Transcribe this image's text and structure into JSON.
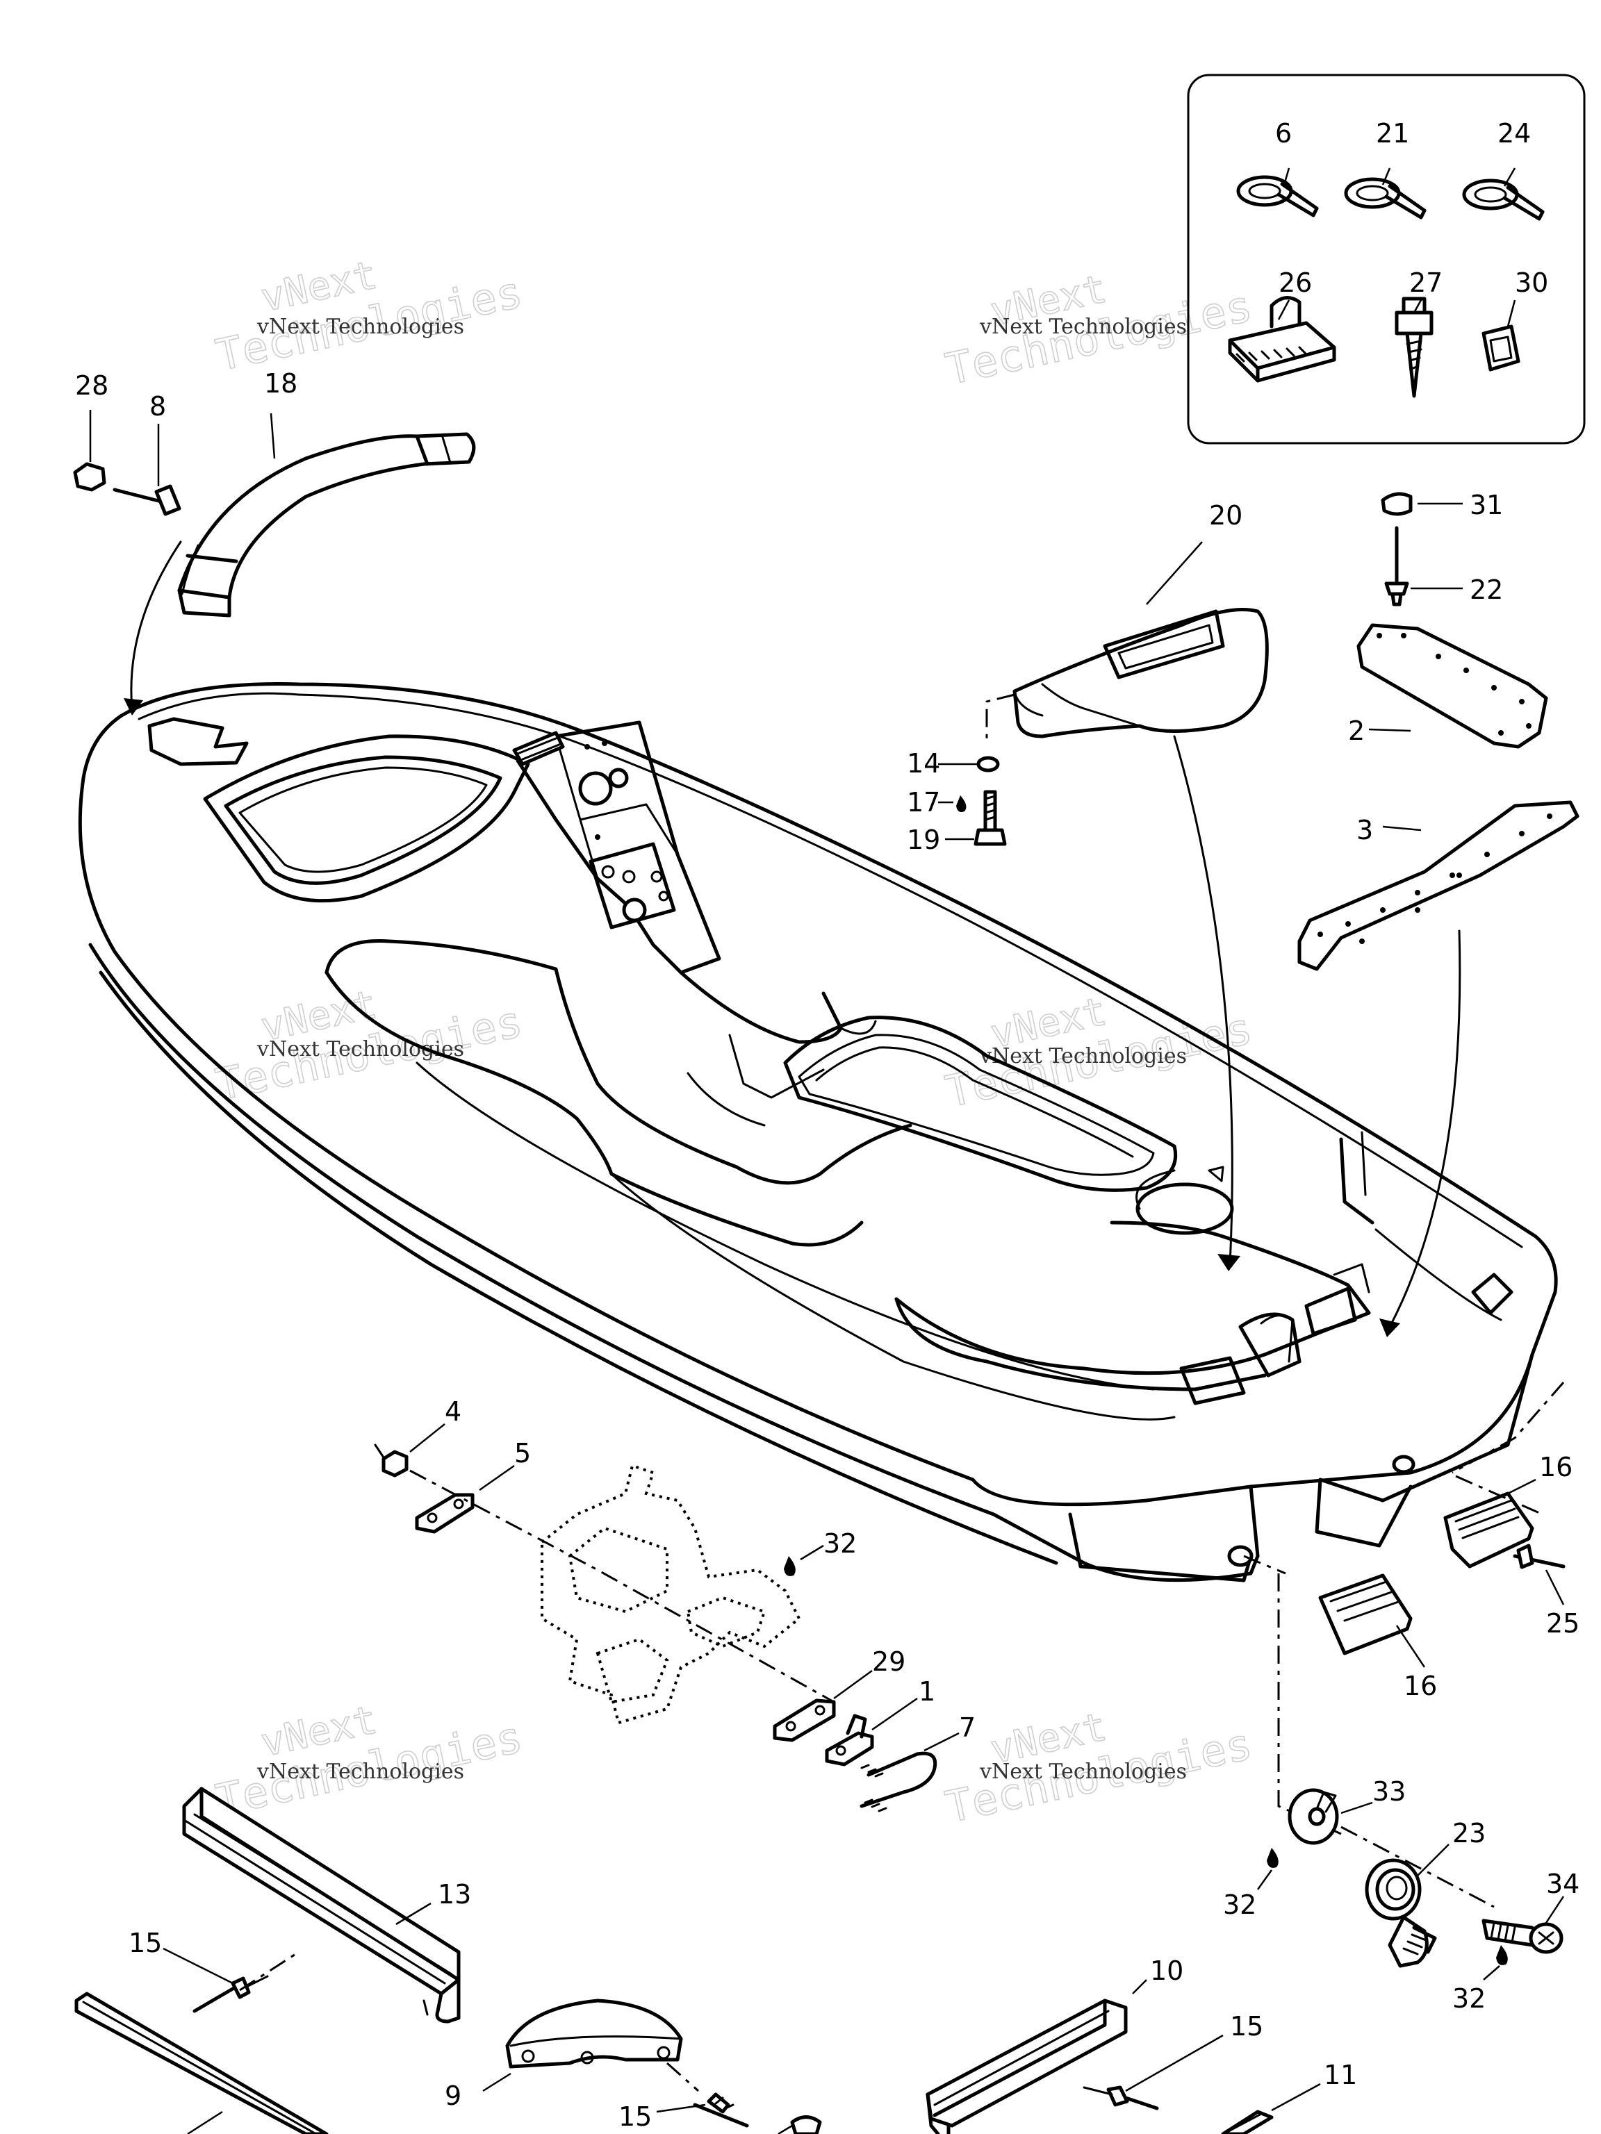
{
  "watermark": {
    "line1": "vNext",
    "line2": "Technologies",
    "full": "vNext Technologies"
  },
  "callouts": [
    {
      "id": "c1",
      "text": "1"
    },
    {
      "id": "c2",
      "text": "2"
    },
    {
      "id": "c3",
      "text": "3"
    },
    {
      "id": "c4",
      "text": "4"
    },
    {
      "id": "c5",
      "text": "5"
    },
    {
      "id": "c6",
      "text": "6"
    },
    {
      "id": "c7",
      "text": "7"
    },
    {
      "id": "c8",
      "text": "8"
    },
    {
      "id": "c9",
      "text": "9"
    },
    {
      "id": "c10",
      "text": "10"
    },
    {
      "id": "c11",
      "text": "11"
    },
    {
      "id": "c13",
      "text": "13"
    },
    {
      "id": "c14",
      "text": "14"
    },
    {
      "id": "c15a",
      "text": "15"
    },
    {
      "id": "c15b",
      "text": "15"
    },
    {
      "id": "c15c",
      "text": "15"
    },
    {
      "id": "c16a",
      "text": "16"
    },
    {
      "id": "c16b",
      "text": "16"
    },
    {
      "id": "c17",
      "text": "17"
    },
    {
      "id": "c18",
      "text": "18"
    },
    {
      "id": "c19",
      "text": "19"
    },
    {
      "id": "c20",
      "text": "20"
    },
    {
      "id": "c21",
      "text": "21"
    },
    {
      "id": "c22",
      "text": "22"
    },
    {
      "id": "c23",
      "text": "23"
    },
    {
      "id": "c24",
      "text": "24"
    },
    {
      "id": "c25",
      "text": "25"
    },
    {
      "id": "c26",
      "text": "26"
    },
    {
      "id": "c27",
      "text": "27"
    },
    {
      "id": "c28",
      "text": "28"
    },
    {
      "id": "c29",
      "text": "29"
    },
    {
      "id": "c30",
      "text": "30"
    },
    {
      "id": "c31",
      "text": "31"
    },
    {
      "id": "c32a",
      "text": "32"
    },
    {
      "id": "c32b",
      "text": "32"
    },
    {
      "id": "c32c",
      "text": "32"
    },
    {
      "id": "c33",
      "text": "33"
    },
    {
      "id": "c34",
      "text": "34"
    }
  ]
}
